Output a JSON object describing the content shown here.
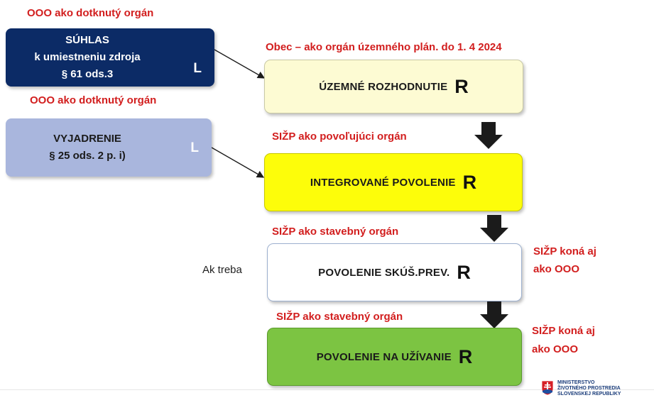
{
  "left_boxes": [
    {
      "header": "OOO ako dotknutý orgán",
      "lines": [
        "SÚHLAS",
        "k umiestneniu zdroja",
        "§ 61 ods.3"
      ],
      "letter": "L"
    },
    {
      "header": "OOO ako dotknutý orgán",
      "lines": [
        "VYJADRENIE",
        "§ 25 ods. 2 p. i)"
      ],
      "letter": "L"
    }
  ],
  "steps": [
    {
      "authority": "Obec – ako orgán územného plán. do 1. 4 2024",
      "title": "ÚZEMNÉ ROZHODNUTIE",
      "letter": "R",
      "fill": "#fdfbd3"
    },
    {
      "authority": "SIŽP ako povoľujúci orgán",
      "title": "INTEGROVANÉ POVOLENIE",
      "letter": "R",
      "fill": "#fdfd0a"
    },
    {
      "authority": "SIŽP ako stavebný orgán",
      "title": "POVOLENIE SKÚŠ.PREV.",
      "letter": "R",
      "fill": "#ffffff"
    },
    {
      "authority": "SIŽP ako  stavebný orgán",
      "title": "POVOLENIE NA UŽÍVANIE",
      "letter": "R",
      "fill": "#7cc442"
    }
  ],
  "side_notes": {
    "ak_treba": "Ak treba",
    "note1": [
      "SIŽP koná aj",
      "ako OOO"
    ],
    "note2": [
      "SIŽP koná aj",
      "ako OOO"
    ]
  },
  "logo": {
    "lines": [
      "MINISTERSTVO",
      "ŽIVOTNÉHO PROSTREDIA",
      "SLOVENSKEJ REPUBLIKY"
    ]
  },
  "colors": {
    "red_text": "#d21e1e",
    "dark_blue_box": "#0c2b66",
    "light_blue_box": "#a9b6dd",
    "arrow": "#1b1b1b"
  }
}
